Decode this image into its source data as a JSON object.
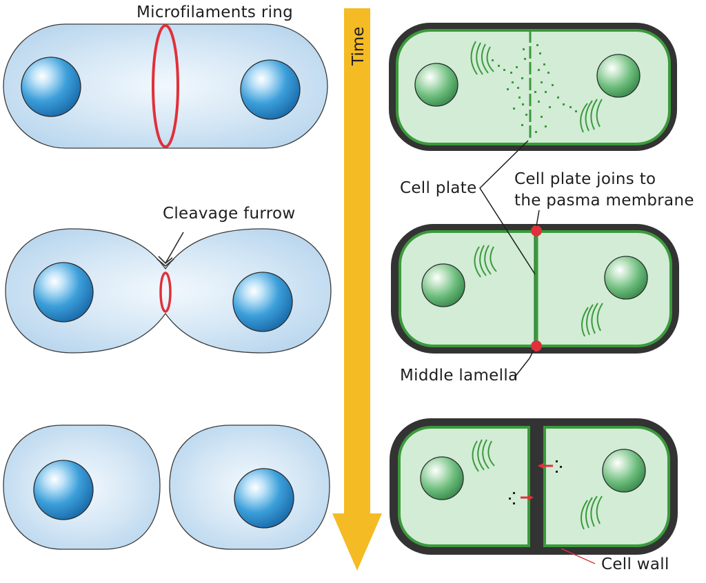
{
  "diagram": {
    "title": "Cytokinesis in animal and plant cells",
    "time_label": "Time",
    "labels": {
      "microfilaments_ring": "Microfilaments ring",
      "cleavage_furrow": "Cleavage furrow",
      "cell_plate": "Cell plate",
      "cell_plate_joins_line1": "Cell plate joins to",
      "cell_plate_joins_line2": "the pasma membrane",
      "middle_lamella": "Middle lamella",
      "cell_wall": "Cell wall"
    },
    "colors": {
      "animal_cell_fill": "#c6def2",
      "animal_cell_center": "#eef5fb",
      "nucleus_blue": "#3a9ad6",
      "ring_red": "#e0303a",
      "time_arrow": "#f5bb25",
      "plant_wall": "#333333",
      "plant_cytoplasm": "#d2ecd6",
      "plant_membrane": "#3a9a3a",
      "nucleus_green": "#6cb87a",
      "outline": "#3a3a3a"
    }
  }
}
